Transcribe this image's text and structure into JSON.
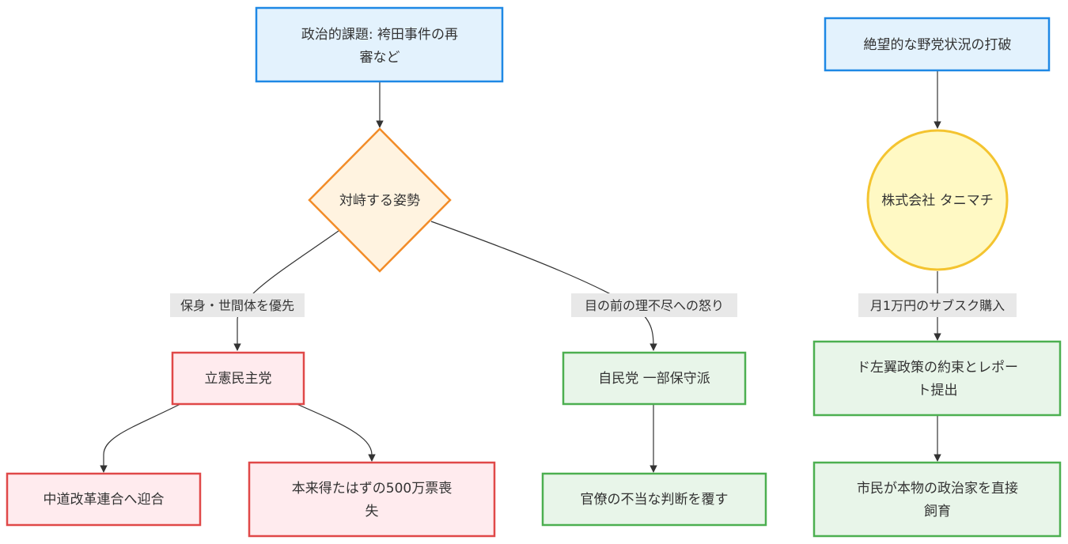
{
  "nodes": {
    "issue": {
      "lines": [
        "政治的課題: 袴田事件の再",
        "審など"
      ]
    },
    "stance": {
      "lines": [
        "対峙する姿勢"
      ]
    },
    "cdp": {
      "lines": [
        "立憲民主党"
      ]
    },
    "ldp": {
      "lines": [
        "自民党 一部保守派"
      ]
    },
    "centrist": {
      "lines": [
        "中道改革連合へ迎合"
      ]
    },
    "lostvotes": {
      "lines": [
        "本来得たはずの500万票喪",
        "失"
      ]
    },
    "bureaucrat": {
      "lines": [
        "官僚の不当な判断を覆す"
      ]
    },
    "breakthrough": {
      "lines": [
        "絶望的な野党状況の打破"
      ]
    },
    "tanimachi": {
      "lines": [
        "株式会社 タニマチ"
      ]
    },
    "promise": {
      "lines": [
        "ド左翼政策の約束とレポー",
        "ト提出"
      ]
    },
    "citizens": {
      "lines": [
        "市民が本物の政治家を直接",
        "飼育"
      ]
    }
  },
  "edge_labels": {
    "stance_to_cdp": "保身・世間体を優先",
    "stance_to_ldp": "目の前の理不尽への怒り",
    "tanimachi_to_promise": "月1万円のサブスク購入"
  },
  "colors": {
    "blue_fill": "#e3f2fd",
    "blue_stroke": "#1e88e5",
    "orange_fill": "#fff3e0",
    "orange_stroke": "#f28c28",
    "red_fill": "#ffebee",
    "red_stroke": "#e04848",
    "green_fill": "#e8f5e9",
    "green_stroke": "#4caf50",
    "yellow_fill": "#fff9c4",
    "yellow_stroke": "#f4c430",
    "label_bg": "#e8e8e8",
    "edge": "#333333"
  }
}
